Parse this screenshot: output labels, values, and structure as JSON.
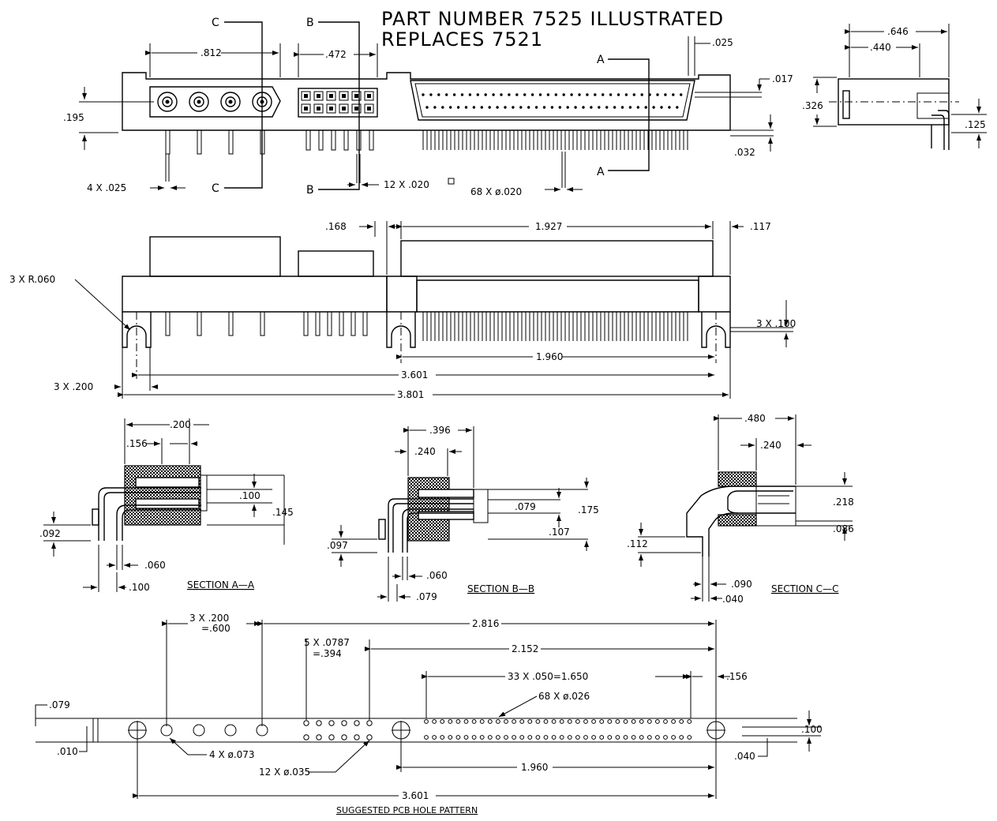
{
  "title": {
    "line1": "PART NUMBER 7525 ILLUSTRATED",
    "line2": "REPLACES 7521"
  },
  "top_view": {
    "d_812": ".812",
    "d_472": ".472",
    "d_025_top": ".025",
    "d_195": ".195",
    "d_017": ".017",
    "d_032": ".032",
    "pins_4": "4 X .025",
    "pins_12": "12 X .020",
    "pins_68": "68 X ø.020",
    "marker_c": "C",
    "marker_b": "B",
    "marker_a": "A"
  },
  "side_view": {
    "d_646": ".646",
    "d_440": ".440",
    "d_326": ".326",
    "d_125": ".125"
  },
  "front_view": {
    "d_168": ".168",
    "d_1927": "1.927",
    "d_117": ".117",
    "radius": "3 X R.060",
    "d_100": "3 X .100",
    "d_1960": "1.960",
    "d_3601": "3.601",
    "d_200": "3 X .200",
    "d_3801": "3.801"
  },
  "section_aa": {
    "label": "SECTION A—A",
    "d_200": ".200",
    "d_156": ".156",
    "d_100": ".100",
    "d_145": ".145",
    "d_092": ".092",
    "d_060": ".060",
    "d_100b": ".100"
  },
  "section_bb": {
    "label": "SECTION B—B",
    "d_396": ".396",
    "d_240": ".240",
    "d_079": ".079",
    "d_175": ".175",
    "d_107": ".107",
    "d_097": ".097",
    "d_060": ".060",
    "d_079b": ".079"
  },
  "section_cc": {
    "label": "SECTION C—C",
    "d_480": ".480",
    "d_240": ".240",
    "d_218": ".218",
    "d_086": ".086",
    "d_112": ".112",
    "d_090": ".090",
    "d_040": ".040"
  },
  "pcb": {
    "label": "SUGGESTED PCB HOLE PATTERN",
    "d_3x200": "3 X .200",
    "d_600": "=.600",
    "d_2816": "2.816",
    "d_5x0787": "5 X .0787",
    "d_394": "=.394",
    "d_2152": "2.152",
    "d_33x050": "33 X .050=1.650",
    "d_156": ".156",
    "d_079": ".079",
    "d_68x026": "68 X ø.026",
    "d_010": ".010",
    "d_4x073": "4 X ø.073",
    "d_12x035": "12 X ø.035",
    "d_100": ".100",
    "d_040": ".040",
    "d_1960": "1.960",
    "d_3601": "3.601"
  }
}
